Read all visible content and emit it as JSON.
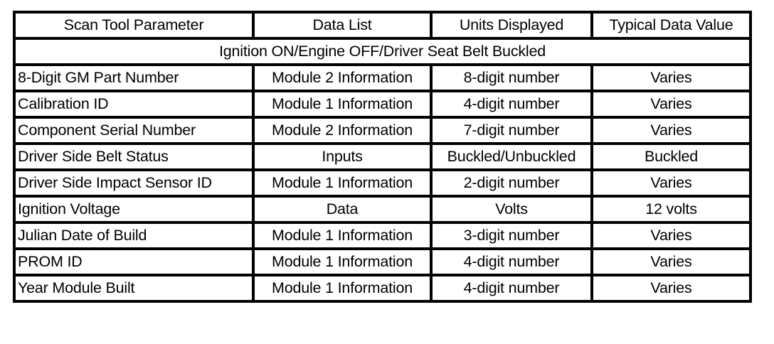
{
  "table": {
    "columns": [
      "Scan Tool Parameter",
      "Data List",
      "Units Displayed",
      "Typical Data Value"
    ],
    "banner": "Ignition ON/Engine OFF/Driver Seat Belt Buckled",
    "rows": [
      {
        "parameter": "8-Digit GM Part Number",
        "data_list": "Module 2 Information",
        "units": "8-digit number",
        "typical": "Varies"
      },
      {
        "parameter": "Calibration ID",
        "data_list": "Module 1 Information",
        "units": "4-digit number",
        "typical": "Varies"
      },
      {
        "parameter": "Component Serial Number",
        "data_list": "Module 2 Information",
        "units": "7-digit number",
        "typical": "Varies"
      },
      {
        "parameter": "Driver Side Belt Status",
        "data_list": "Inputs",
        "units": "Buckled/Unbuckled",
        "typical": "Buckled"
      },
      {
        "parameter": "Driver Side Impact Sensor ID",
        "data_list": "Module 1 Information",
        "units": "2-digit number",
        "typical": "Varies"
      },
      {
        "parameter": "Ignition Voltage",
        "data_list": "Data",
        "units": "Volts",
        "typical": "12 volts"
      },
      {
        "parameter": "Julian Date of Build",
        "data_list": "Module 1 Information",
        "units": "3-digit number",
        "typical": "Varies"
      },
      {
        "parameter": "PROM ID",
        "data_list": "Module 1 Information",
        "units": "4-digit number",
        "typical": "Varies"
      },
      {
        "parameter": "Year Module Built",
        "data_list": "Module 1 Information",
        "units": "4-digit number",
        "typical": "Varies"
      }
    ]
  },
  "colors": {
    "border": "#000000",
    "background": "#ffffff",
    "text": "#000000"
  }
}
